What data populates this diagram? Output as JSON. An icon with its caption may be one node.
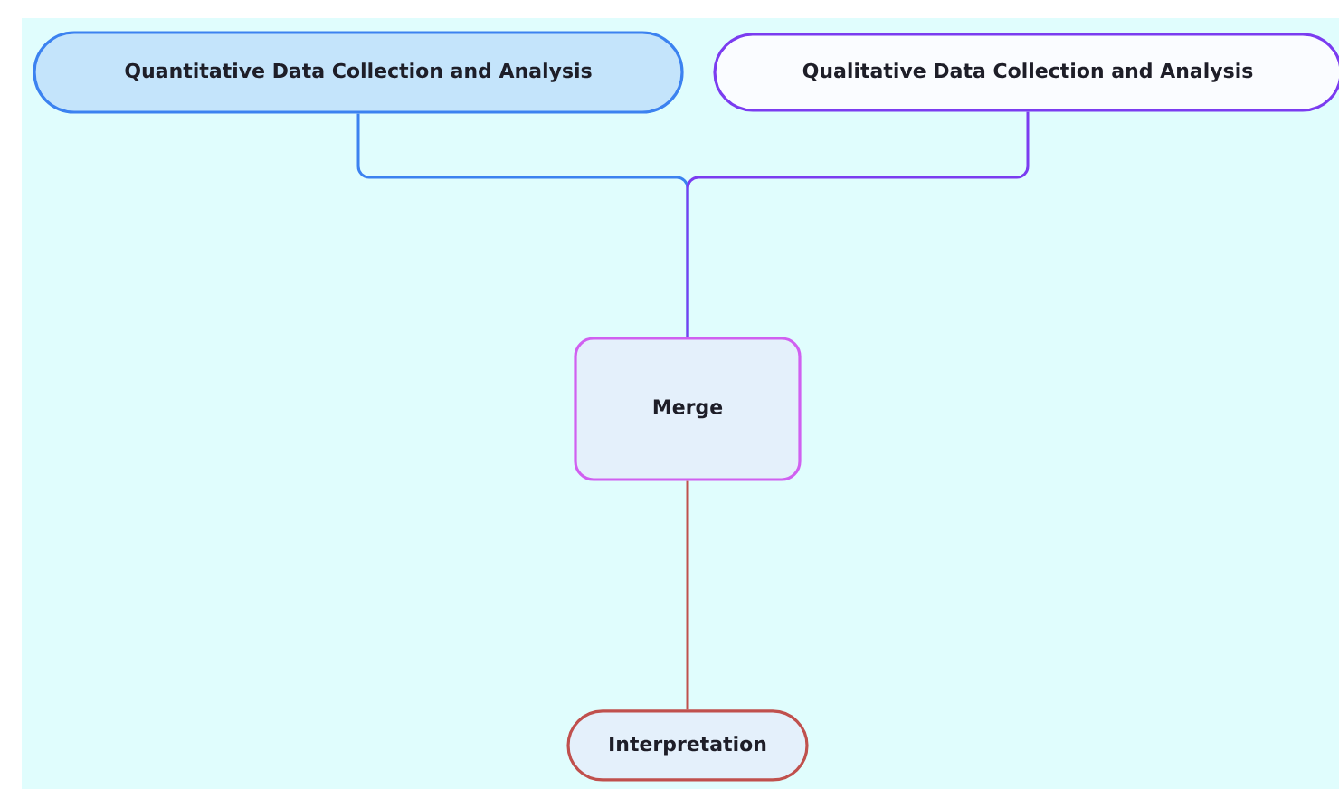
{
  "diagram": {
    "nodes": [
      {
        "text": [
          "Quantitative Data Collection and Analysis"
        ]
      },
      {
        "text": [
          "Qualitative Data Collection and Analysis"
        ]
      },
      {
        "text": [
          "Merge"
        ]
      },
      {
        "text": [
          "Interpretation"
        ]
      }
    ],
    "edges": [
      {
        "from": 0,
        "to": 2,
        "arrow": "none",
        "color": "#3c82f0"
      },
      {
        "from": 1,
        "to": 2,
        "arrow": "none",
        "color": "#7b3cf0"
      },
      {
        "from": 2,
        "to": 3,
        "arrow": "none",
        "color": "#c0504d"
      }
    ]
  }
}
